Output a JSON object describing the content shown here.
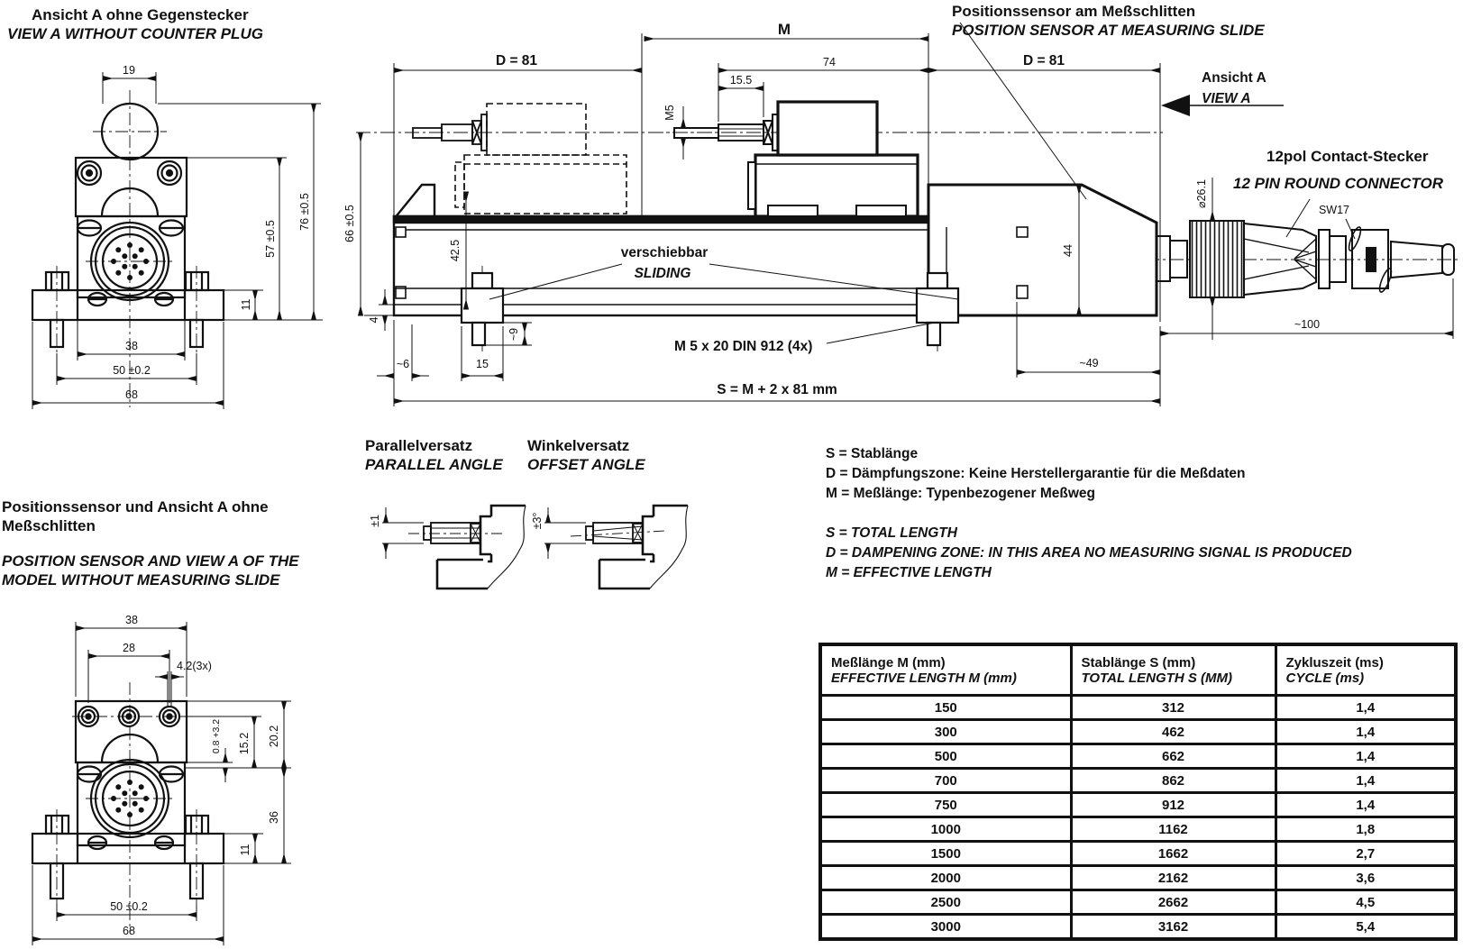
{
  "titles": {
    "view_a_de": "Ansicht A ohne Gegenstecker",
    "view_a_en": "VIEW A WITHOUT COUNTER PLUG",
    "sensor_slide_de": "Positionssensor am Meßschlitten",
    "sensor_slide_en": "POSITION SENSOR AT MEASURING SLIDE",
    "connector_de": "12pol Contact-Stecker",
    "connector_en": "12 PIN ROUND CONNECTOR",
    "bottom_de_1": "Positionssensor und Ansicht A ohne",
    "bottom_de_2": "Meßschlitten",
    "bottom_en_1": "POSITION SENSOR AND VIEW A OF THE",
    "bottom_en_2": "MODEL WITHOUT MEASURING SLIDE",
    "parallel_de": "Parallelversatz",
    "parallel_en": "PARALLEL ANGLE",
    "offset_de": "Winkelversatz",
    "offset_en": "OFFSET ANGLE",
    "view_arrow_de": "Ansicht A",
    "view_arrow_en": "VIEW A"
  },
  "front_view": {
    "dim_19": "19",
    "dim_76": "76 ±0.5",
    "dim_57": "57 ±0.5",
    "dim_11": "11",
    "dim_38": "38",
    "dim_50": "50 ±0.2",
    "dim_68": "68"
  },
  "main_view": {
    "dim_d_left": "D = 81",
    "dim_m": "M",
    "dim_74": "74",
    "dim_15_5": "15.5",
    "dim_m5": "M5",
    "dim_d_right": "D = 81",
    "dim_66": "66 ±0.5",
    "dim_42_5": "42.5",
    "dim_4": "4",
    "dim_6": "~6",
    "dim_15": "15",
    "dim_9": "~9",
    "dim_44": "44",
    "dim_49": "~49",
    "dim_100": "~100",
    "dim_26": "⌀26.1",
    "sw17": "SW17",
    "sliding_de": "verschiebbar",
    "sliding_en": "SLIDING",
    "screw_note": "M 5 x 20 DIN 912 (4x)",
    "formula": "S = M + 2 x 81 mm"
  },
  "offset_views": {
    "parallel_tol": "±1",
    "angle_tol": "±3°"
  },
  "legend": {
    "de": [
      "S = Stablänge",
      "D = Dämpfungszone: Keine Herstellergarantie für die Meßdaten",
      "M = Meßlänge: Typenbezogener Meßweg"
    ],
    "en": [
      "S = TOTAL LENGTH",
      "D = DAMPENING ZONE: IN THIS AREA NO MEASURING SIGNAL IS PRODUCED",
      "M = EFFECTIVE LENGTH"
    ]
  },
  "bottom_view": {
    "dim_38": "38",
    "dim_28": "28",
    "dim_42_3x": "4.2(3x)",
    "dim_08": "0.8 +3.2",
    "dim_15_2": "15.2",
    "dim_20_2": "20.2",
    "dim_36": "36",
    "dim_11": "11",
    "dim_50": "50 ±0.2",
    "dim_68": "68"
  },
  "table": {
    "headers": [
      {
        "de": "Meßlänge M (mm)",
        "en": "EFFECTIVE LENGTH M (mm)"
      },
      {
        "de": "Stablänge S (mm)",
        "en": "TOTAL LENGTH S (MM)"
      },
      {
        "de": "Zykluszeit (ms)",
        "en": "CYCLE (ms)"
      }
    ],
    "rows": [
      {
        "m": "150",
        "s": "312",
        "cycle": "1,4"
      },
      {
        "m": "300",
        "s": "462",
        "cycle": "1,4"
      },
      {
        "m": "500",
        "s": "662",
        "cycle": "1,4"
      },
      {
        "m": "700",
        "s": "862",
        "cycle": "1,4"
      },
      {
        "m": "750",
        "s": "912",
        "cycle": "1,4"
      },
      {
        "m": "1000",
        "s": "1162",
        "cycle": "1,8"
      },
      {
        "m": "1500",
        "s": "1662",
        "cycle": "2,7"
      },
      {
        "m": "2000",
        "s": "2162",
        "cycle": "3,6"
      },
      {
        "m": "2500",
        "s": "2662",
        "cycle": "4,5"
      },
      {
        "m": "3000",
        "s": "3162",
        "cycle": "5,4"
      }
    ]
  }
}
